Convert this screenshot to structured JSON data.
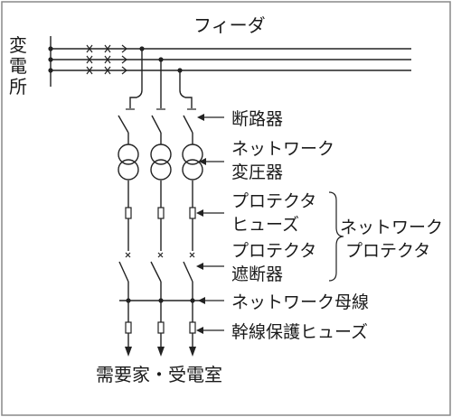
{
  "substation": {
    "chars": [
      "変",
      "電",
      "所"
    ]
  },
  "feeder_label": "フィーダ",
  "labels": {
    "disconnector": "断路器",
    "network_transformer": [
      "ネットワーク",
      "変圧器"
    ],
    "protector_fuse": [
      "プロテクタ",
      "ヒューズ"
    ],
    "protector_breaker": [
      "プロテクタ",
      "遮断器"
    ],
    "network_protector": [
      "ネットワーク",
      "プロテクタ"
    ],
    "network_bus": "ネットワーク母線",
    "trunk_fuse": "幹線保護ヒューズ",
    "consumer": "需要家・受電室"
  }
}
